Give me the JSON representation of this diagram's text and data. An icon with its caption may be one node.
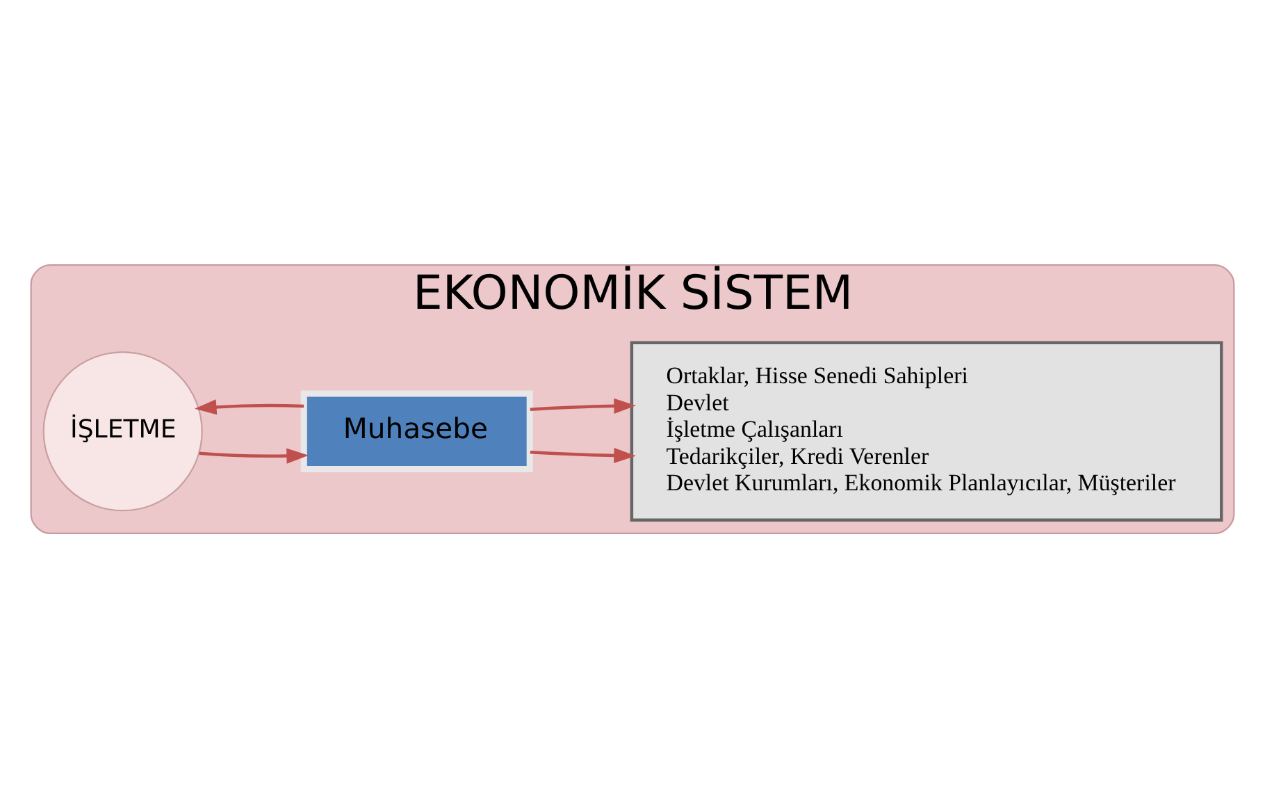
{
  "diagram": {
    "nodes": [
      {
        "text": [
          "EKONOMİK SİSTEM"
        ]
      },
      {
        "text": [
          "İŞLETME"
        ],
        "in": 0
      },
      {
        "text": [
          "Muhasebe"
        ],
        "in": 0
      },
      {
        "text": [
          "Ortaklar, Hisse Senedi Sahipleri",
          "Devlet",
          "İşletme Çalışanları",
          "Tedarikçiler, Kredi Verenler",
          "Devlet Kurumları, Ekonomik Planlayıcılar, Müşteriler"
        ],
        "in": 0
      }
    ],
    "edges": [
      {
        "from": 1,
        "to": 2,
        "arrow": "to"
      },
      {
        "from": 2,
        "to": 1,
        "arrow": "to"
      },
      {
        "from": 2,
        "to": 3,
        "arrow": "to"
      },
      {
        "from": 2,
        "to": 3,
        "arrow": "to"
      }
    ]
  }
}
